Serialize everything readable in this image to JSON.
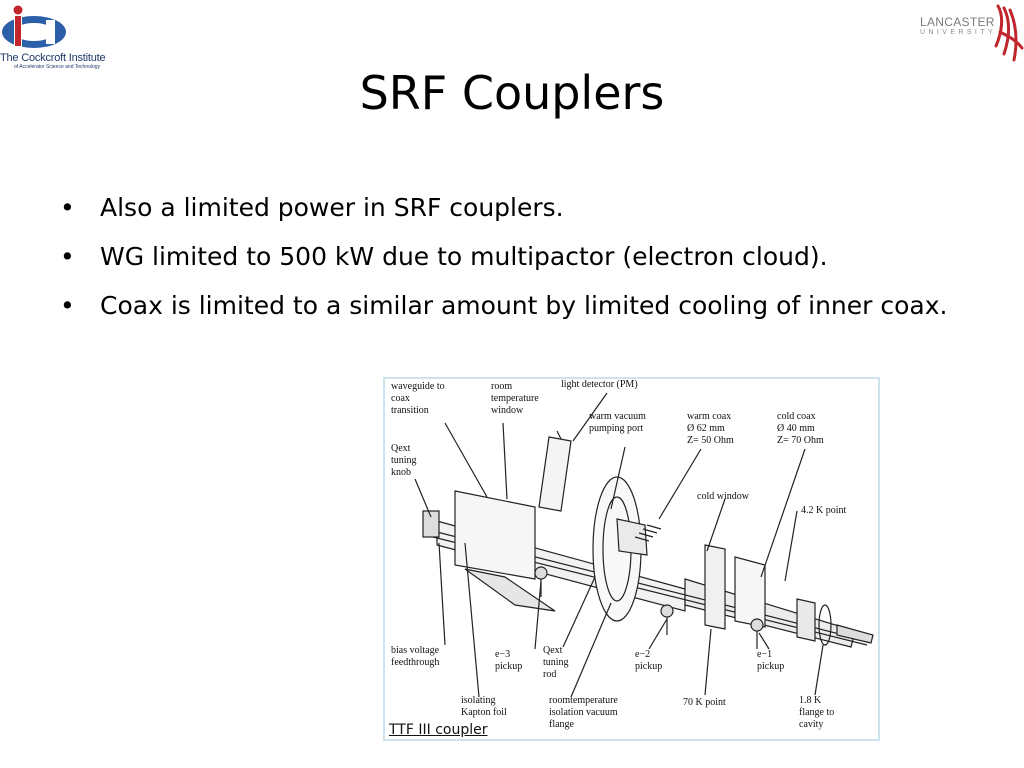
{
  "header": {
    "left_logo_text": "The Cockcroft Institute",
    "left_logo_subtext": "of Accelerator Science and Technology",
    "right_logo_name": "LANCASTER",
    "right_logo_sub": "UNIVERSITY"
  },
  "slide": {
    "title": "SRF Couplers",
    "bullets": [
      "Also a limited power in SRF couplers.",
      "WG limited to 500 kW due to multipactor (electron cloud).",
      "Coax is limited to a similar amount by limited cooling of inner coax."
    ],
    "bullet_glyph": "•"
  },
  "figure": {
    "caption": "TTF III coupler",
    "labels": {
      "waveguide": "waveguide to\ncoax\ntransition",
      "room_temp": "room\ntemperature\nwindow",
      "light_detector": "light detector (PM)",
      "warm_vacuum": "warm vacuum\npumping port",
      "warm_coax": "warm coax\nØ 62 mm\nZ= 50 Ohm",
      "cold_coax": "cold coax\nØ 40 mm\nZ= 70 Ohm",
      "qext_knob": "Qext\ntuning\nknob",
      "cold_window": "cold window",
      "k42_point": "4.2 K point",
      "bias_voltage": "bias voltage\nfeedthrough",
      "e3_pickup": "e−3\npickup",
      "qext_rod": "Qext\ntuning\nrod",
      "e2_pickup": "e−2\npickup",
      "e1_pickup": "e−1\npickup",
      "isolating_foil": "isolating\nKapton foil",
      "room_isolation": "roomtemperature\nisolation vacuum\nflange",
      "k70_point": "70 K point",
      "k18_flange": "1.8 K\nflange to\ncavity"
    }
  }
}
